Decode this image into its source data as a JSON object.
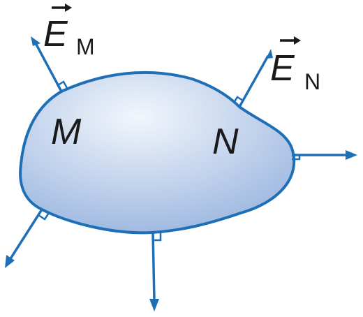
{
  "colors": {
    "surface_fill_center": "#f2f6fc",
    "surface_fill_edge": "#9db8e0",
    "surface_stroke": "#1f6fb7",
    "arrow": "#1f6fb7",
    "text": "#1a1a1a"
  },
  "points": {
    "m": "M",
    "n": "N"
  },
  "vectors": {
    "e_m": {
      "letter": "E",
      "subscript": "M"
    },
    "e_n": {
      "letter": "E",
      "subscript": "N"
    }
  },
  "icons": {
    "normal_arrow": "arrow-icon",
    "right_angle": "right-angle-marker-icon",
    "vector_overarrow": "vector-overarrow-icon"
  }
}
